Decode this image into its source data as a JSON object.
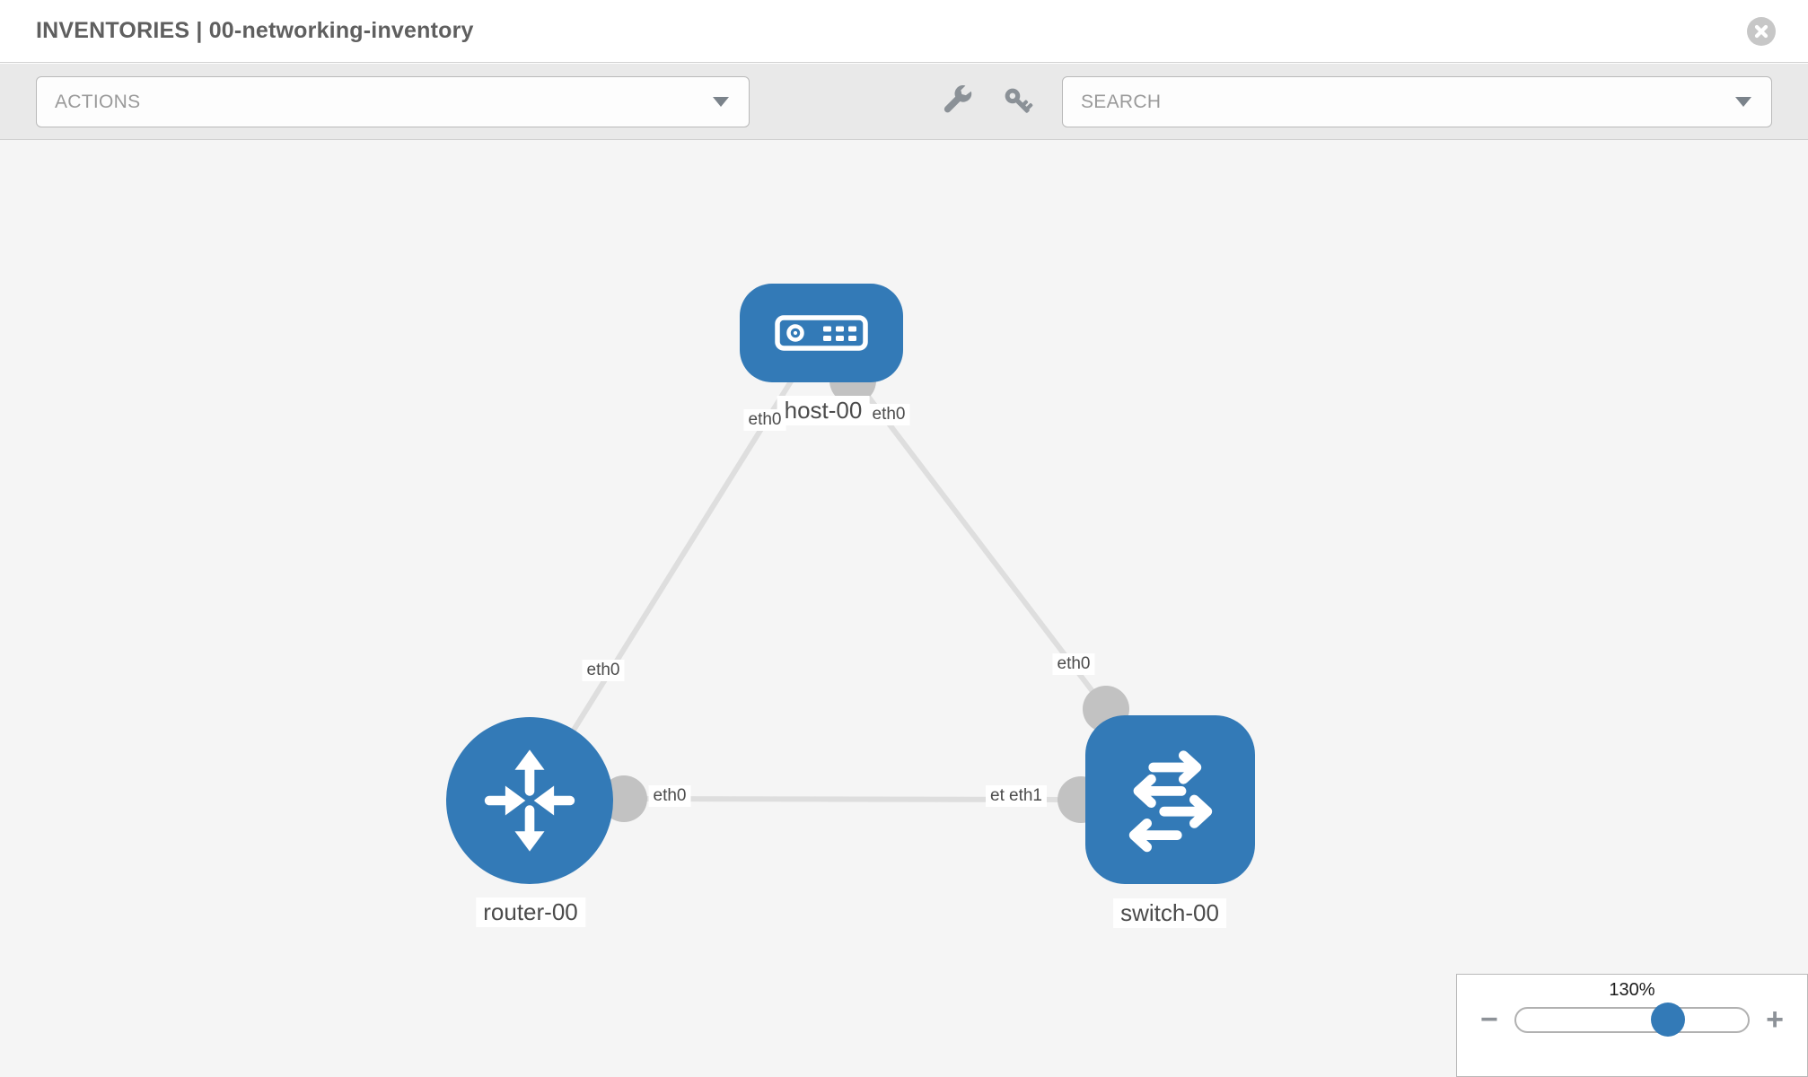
{
  "header": {
    "title": "INVENTORIES | 00-networking-inventory"
  },
  "toolbar": {
    "actions_label": "ACTIONS",
    "search_placeholder": "SEARCH"
  },
  "icons": {
    "close": "circle-x-icon",
    "wrench": "wrench-icon",
    "key": "key-icon",
    "caret": "chevron-down-icon",
    "host": "server-icon",
    "router": "router-arrows-icon",
    "switch": "switch-arrows-icon"
  },
  "colors": {
    "node_blue": "#337ab7",
    "link_gray": "#dedede",
    "interface_gray": "#c2c2c2",
    "canvas_bg": "#f5f5f5",
    "toolbar_bg": "#e9e9e9"
  },
  "topology": {
    "nodes": [
      {
        "id": "host-00",
        "type": "host",
        "label": "host-00"
      },
      {
        "id": "router-00",
        "type": "router",
        "label": "router-00"
      },
      {
        "id": "switch-00",
        "type": "switch",
        "label": "switch-00"
      }
    ],
    "interfaces": {
      "host_left_eth": "eth0",
      "host_right_eth": "eth0",
      "host_router_link_eth": "eth0",
      "host_switch_link_eth": "eth0",
      "router_switch_link_router_eth": "eth0",
      "router_switch_link_switch_eth0": "eth0",
      "router_switch_link_switch_eth1": "eth1"
    }
  },
  "zoom_control": {
    "level": "130%",
    "minus": "−",
    "plus": "+"
  }
}
